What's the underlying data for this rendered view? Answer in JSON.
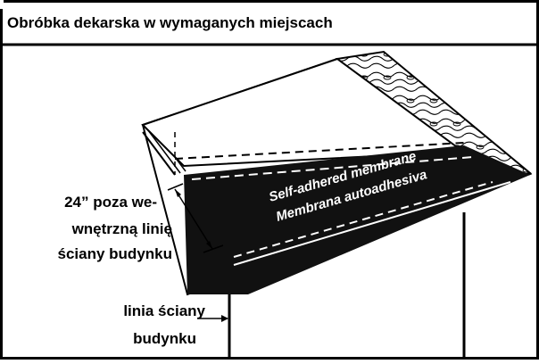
{
  "caption": "Obróbka dekarska w wymaganych miejscach",
  "offset_label": {
    "line1": "24” poza we-",
    "line2": "wnętrzną linię",
    "line3": "ściany budynku"
  },
  "wall_label": {
    "line1": "linia ściany",
    "line2": "budynku"
  },
  "membrane": {
    "line1": "Self-adhered membrane",
    "line2": "Membrana autoadhesiva"
  },
  "colors": {
    "ink": "#000000",
    "paper": "#ffffff",
    "membrane": "#111111"
  }
}
